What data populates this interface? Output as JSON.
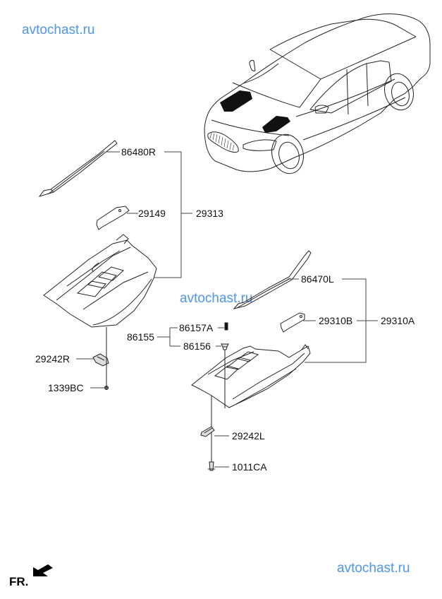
{
  "watermarks": {
    "top_left": "avtochast.ru",
    "middle": "avtochast.ru",
    "bottom_right": "avtochast.ru"
  },
  "orientation": {
    "label": "FR.",
    "icon": "front-direction-arrow-icon"
  },
  "illustration": {
    "vehicle": "car-overview-icon"
  },
  "right_side_assembly": {
    "group_label": "29313",
    "parts": [
      {
        "label": "86480R"
      },
      {
        "label": "29149"
      }
    ],
    "fasteners": [
      {
        "label": "29242R"
      },
      {
        "label": "1339BC"
      }
    ]
  },
  "left_side_assembly": {
    "group_label": "29310A",
    "parts": [
      {
        "label": "86470L"
      },
      {
        "label": "29310B"
      }
    ],
    "fasteners": [
      {
        "label": "29242L"
      },
      {
        "label": "1011CA"
      }
    ]
  },
  "clip_set": {
    "group_label": "86155",
    "parts": [
      {
        "label": "86157A"
      },
      {
        "label": "86156"
      }
    ]
  }
}
